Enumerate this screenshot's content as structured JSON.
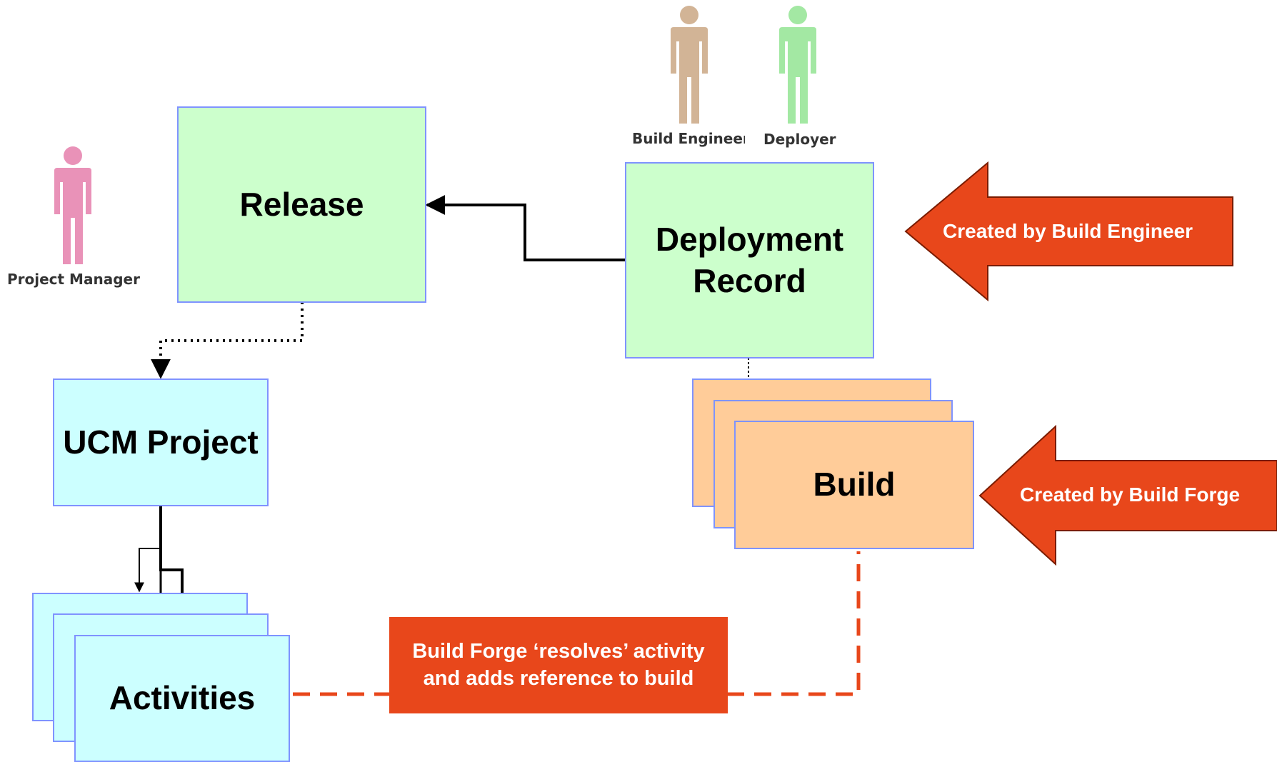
{
  "people": {
    "project_manager": {
      "label": "Project Manager",
      "color": "#e992b8"
    },
    "build_engineer": {
      "label": "Build Engineer",
      "color": "#d2b496"
    },
    "deployer": {
      "label": "Deployer",
      "color": "#a3e8a3"
    }
  },
  "boxes": {
    "release": "Release",
    "deployment_record": "Deployment Record",
    "ucm_project": "UCM Project",
    "build": "Build",
    "activities": "Activities"
  },
  "callouts": {
    "created_by_build_engineer": "Created by Build Engineer",
    "created_by_build_forge": "Created by Build Forge",
    "build_forge_resolves": "Build Forge ‘resolves’ activity and adds reference to build"
  },
  "colors": {
    "green_box": "#ccffcc",
    "cyan_box": "#ccffff",
    "peach_box": "#ffcc99",
    "box_border": "#7f93ff",
    "callout": "#e8471b",
    "dashed_link": "#e8471b"
  }
}
